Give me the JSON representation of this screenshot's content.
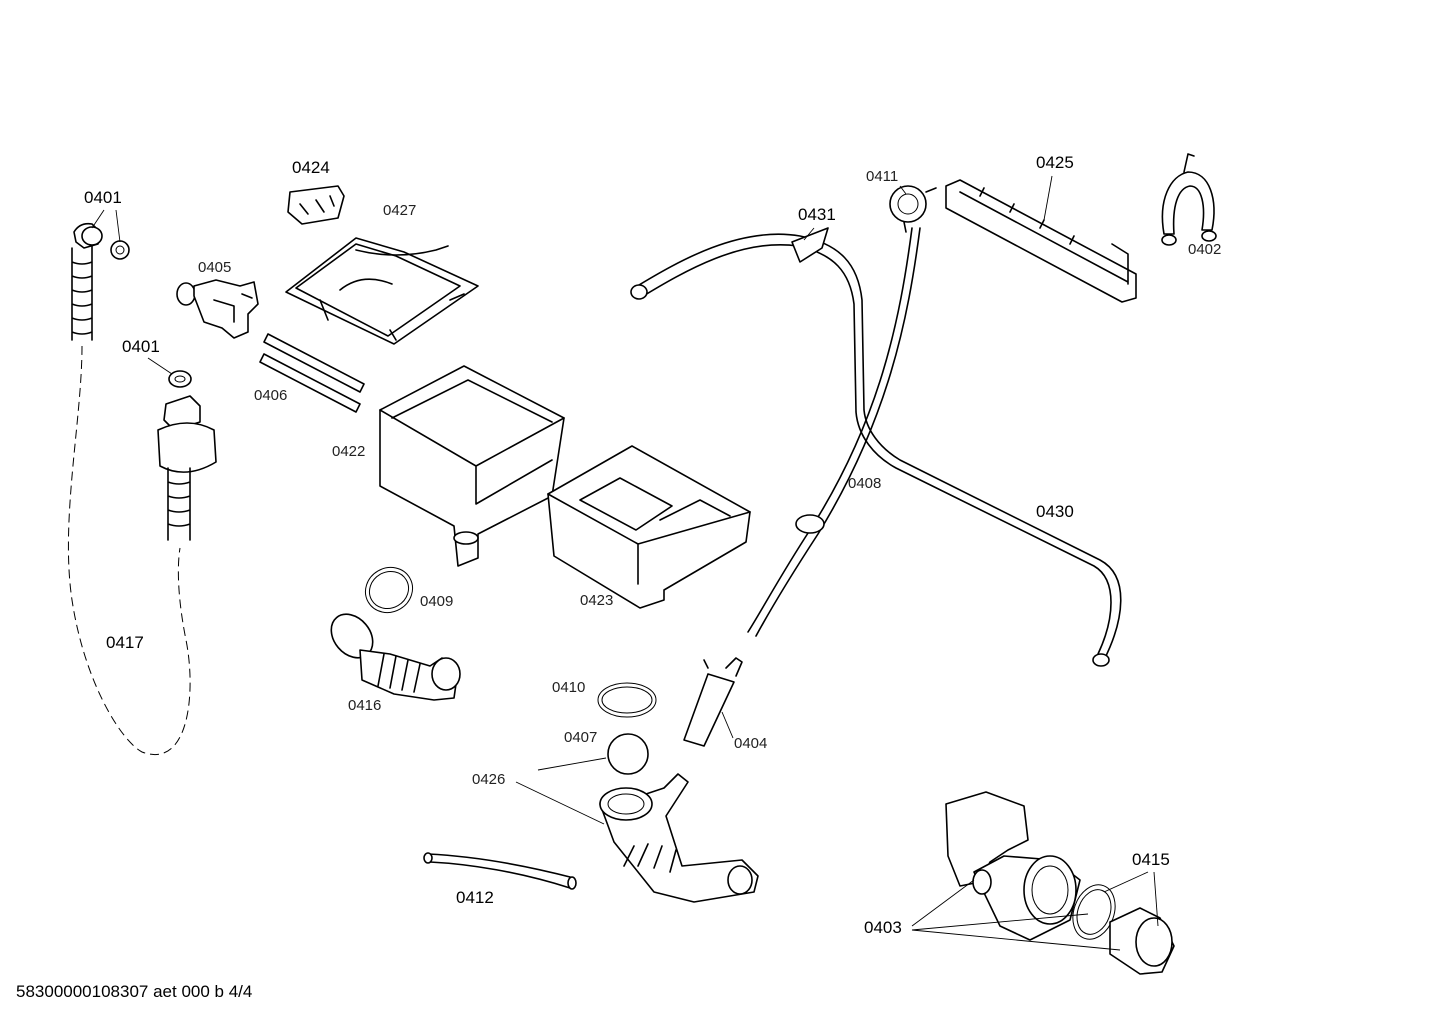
{
  "labels": {
    "p0401a": "0401",
    "p0401b": "0401",
    "p0405": "0405",
    "p0424": "0424",
    "p0427": "0427",
    "p0406": "0406",
    "p0422": "0422",
    "p0423": "0423",
    "p0431": "0431",
    "p0411": "0411",
    "p0425": "0425",
    "p0402": "0402",
    "p0408": "0408",
    "p0430": "0430",
    "p0417": "0417",
    "p0409": "0409",
    "p0416": "0416",
    "p0410": "0410",
    "p0407": "0407",
    "p0404": "0404",
    "p0426": "0426",
    "p0412": "0412",
    "p0415": "0415",
    "p0403": "0403"
  },
  "footer": "58300000108307 aet 000 b 4/4"
}
